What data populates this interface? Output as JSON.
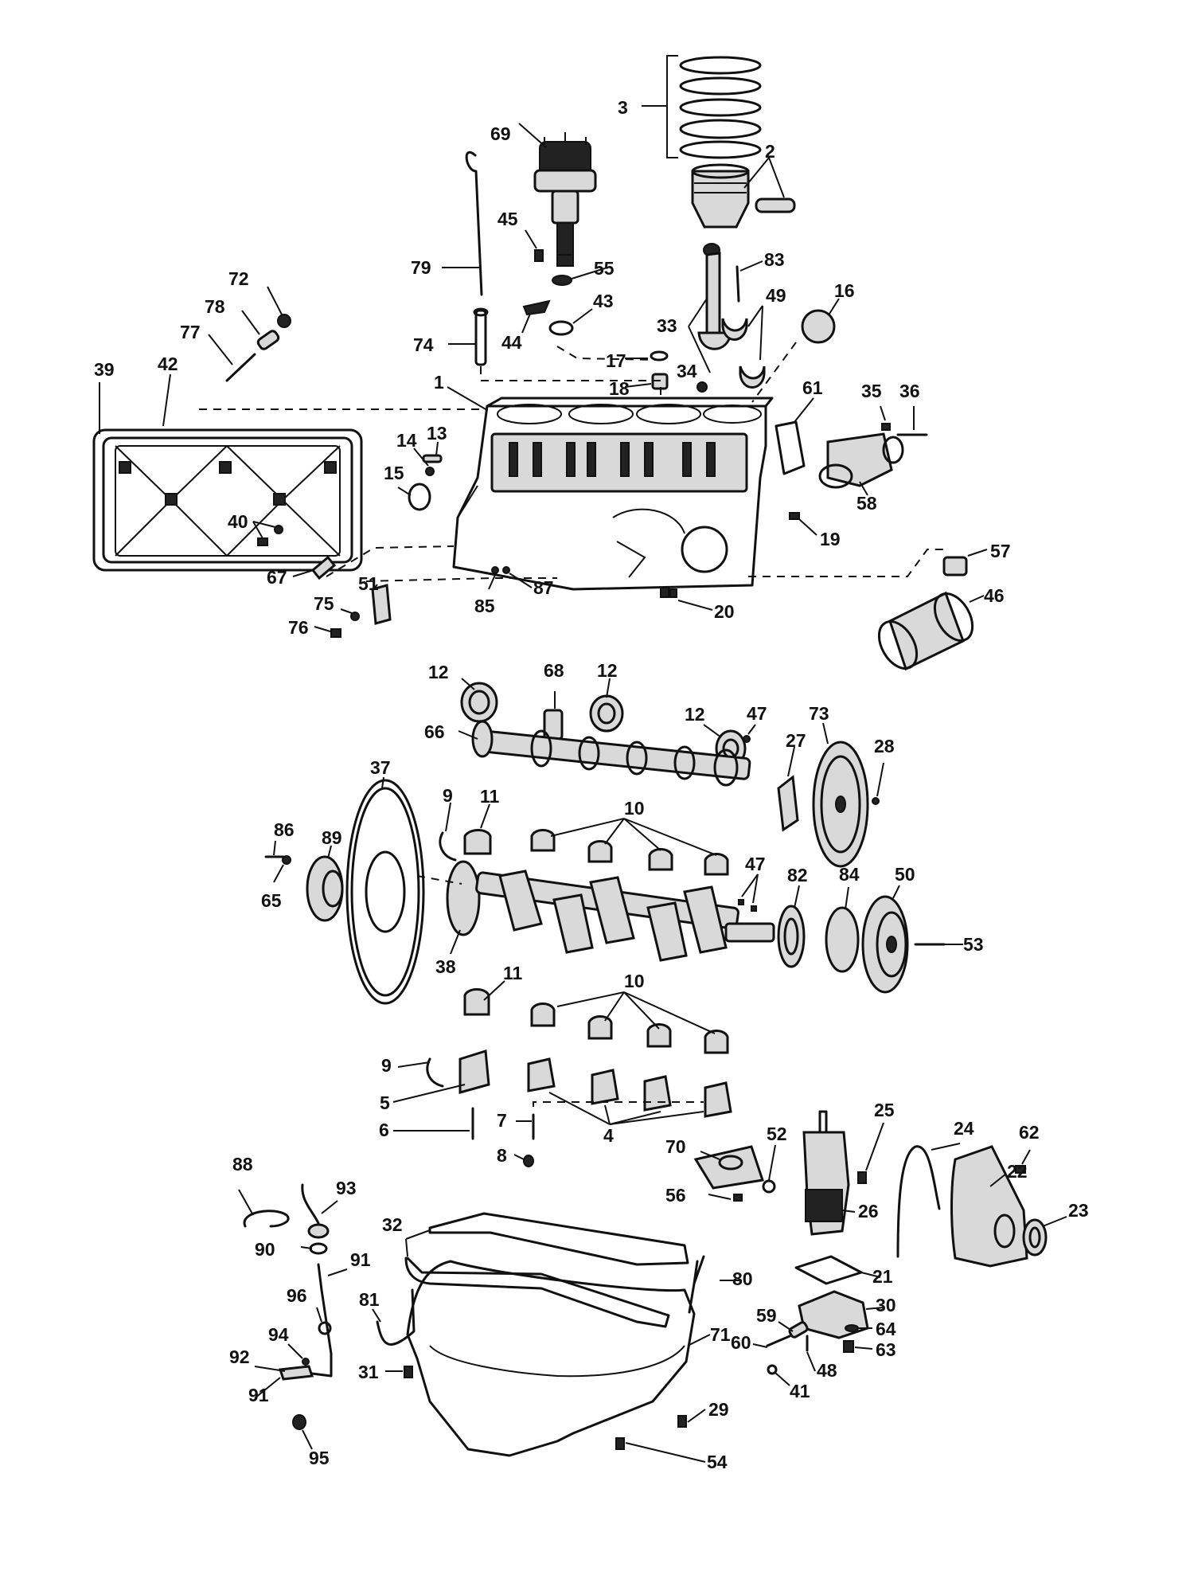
{
  "callouts": [
    {
      "text": "69"
    },
    {
      "text": "3"
    },
    {
      "text": "2"
    },
    {
      "text": "45"
    },
    {
      "text": "55"
    },
    {
      "text": "79"
    },
    {
      "text": "83"
    },
    {
      "text": "49"
    },
    {
      "text": "16"
    },
    {
      "text": "72"
    },
    {
      "text": "78"
    },
    {
      "text": "77"
    },
    {
      "text": "44"
    },
    {
      "text": "43"
    },
    {
      "text": "33"
    },
    {
      "text": "74"
    },
    {
      "text": "17"
    },
    {
      "text": "34"
    },
    {
      "text": "18"
    },
    {
      "text": "39"
    },
    {
      "text": "42"
    },
    {
      "text": "1"
    },
    {
      "text": "61"
    },
    {
      "text": "35"
    },
    {
      "text": "36"
    },
    {
      "text": "14"
    },
    {
      "text": "13"
    },
    {
      "text": "15"
    },
    {
      "text": "58"
    },
    {
      "text": "40"
    },
    {
      "text": "19"
    },
    {
      "text": "67"
    },
    {
      "text": "57"
    },
    {
      "text": "51"
    },
    {
      "text": "87"
    },
    {
      "text": "75"
    },
    {
      "text": "46"
    },
    {
      "text": "85"
    },
    {
      "text": "20"
    },
    {
      "text": "76"
    },
    {
      "text": "12"
    },
    {
      "text": "68"
    },
    {
      "text": "12"
    },
    {
      "text": "12"
    },
    {
      "text": "47"
    },
    {
      "text": "73"
    },
    {
      "text": "37"
    },
    {
      "text": "66"
    },
    {
      "text": "28"
    },
    {
      "text": "27"
    },
    {
      "text": "9"
    },
    {
      "text": "11"
    },
    {
      "text": "10"
    },
    {
      "text": "86"
    },
    {
      "text": "89"
    },
    {
      "text": "47"
    },
    {
      "text": "82"
    },
    {
      "text": "84"
    },
    {
      "text": "50"
    },
    {
      "text": "65"
    },
    {
      "text": "53"
    },
    {
      "text": "38"
    },
    {
      "text": "11"
    },
    {
      "text": "10"
    },
    {
      "text": "9"
    },
    {
      "text": "5"
    },
    {
      "text": "6"
    },
    {
      "text": "7"
    },
    {
      "text": "4"
    },
    {
      "text": "8"
    },
    {
      "text": "25"
    },
    {
      "text": "24"
    },
    {
      "text": "62"
    },
    {
      "text": "52"
    },
    {
      "text": "70"
    },
    {
      "text": "22"
    },
    {
      "text": "56"
    },
    {
      "text": "26"
    },
    {
      "text": "23"
    },
    {
      "text": "88"
    },
    {
      "text": "93"
    },
    {
      "text": "32"
    },
    {
      "text": "90"
    },
    {
      "text": "91"
    },
    {
      "text": "21"
    },
    {
      "text": "80"
    },
    {
      "text": "30"
    },
    {
      "text": "96"
    },
    {
      "text": "81"
    },
    {
      "text": "59"
    },
    {
      "text": "64"
    },
    {
      "text": "94"
    },
    {
      "text": "60"
    },
    {
      "text": "63"
    },
    {
      "text": "92"
    },
    {
      "text": "48"
    },
    {
      "text": "41"
    },
    {
      "text": "71"
    },
    {
      "text": "31"
    },
    {
      "text": "91"
    },
    {
      "text": "95"
    },
    {
      "text": "29"
    },
    {
      "text": "54"
    }
  ]
}
